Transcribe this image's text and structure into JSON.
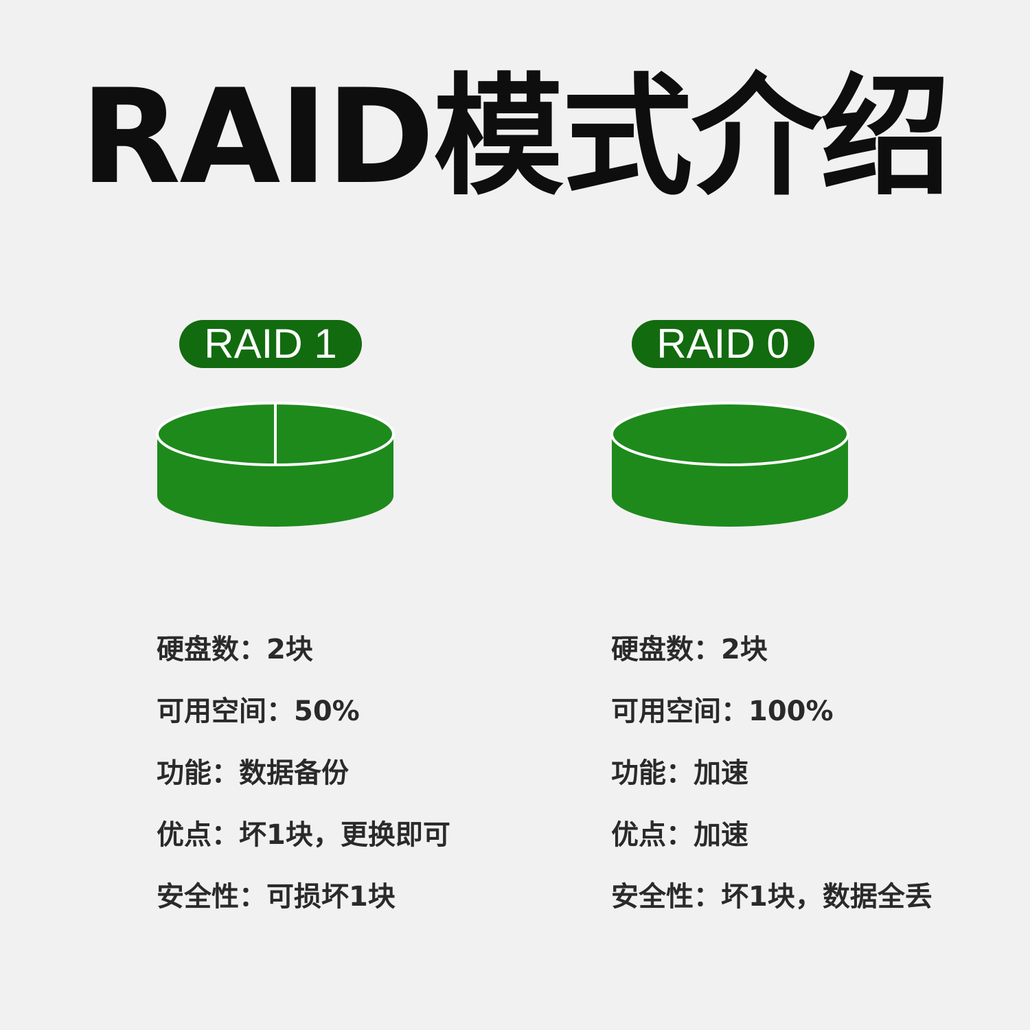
{
  "title": "RAID模式介绍",
  "colors": {
    "disk_fill": "#1e8a1c",
    "disk_edge": "#ffffff",
    "badge_bg": "#126b0f"
  },
  "modes": [
    {
      "badge": "RAID 1",
      "disk_split": true,
      "specs": [
        "硬盘数：2块",
        "可用空间：50%",
        "功能：数据备份",
        "优点：坏1块，更换即可",
        "安全性：可损坏1块"
      ]
    },
    {
      "badge": "RAID 0",
      "disk_split": false,
      "specs": [
        "硬盘数：2块",
        "可用空间：100%",
        "功能：加速",
        "优点：加速",
        "安全性：坏1块，数据全丢"
      ]
    }
  ]
}
